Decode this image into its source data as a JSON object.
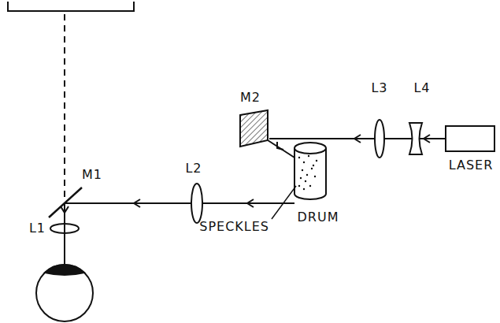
{
  "diagram": {
    "labels": [
      "M2",
      "L3",
      "L4",
      "M1",
      "L2",
      "L1",
      "SPECKLES",
      "DRUM",
      "LASER"
    ]
  }
}
